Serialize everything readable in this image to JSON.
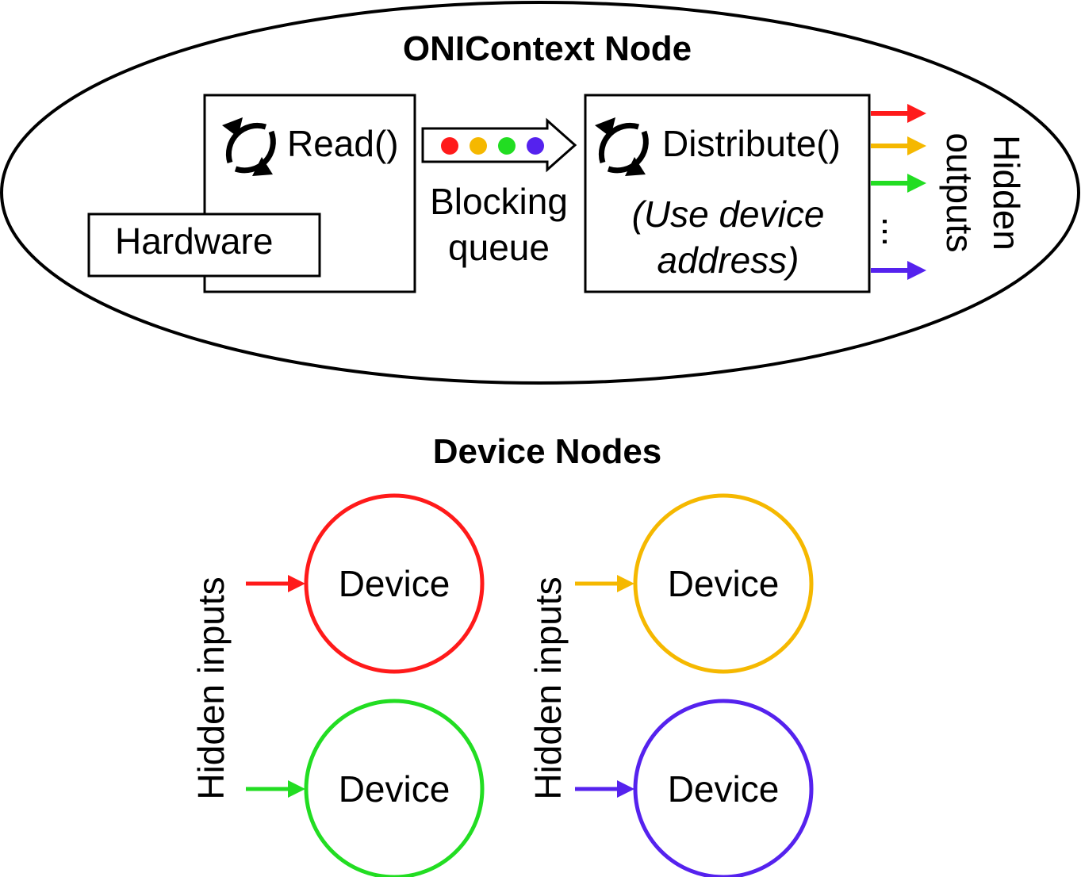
{
  "context_node": {
    "title": "ONIContext Node",
    "read_label": "Read()",
    "hardware_label": "Hardware",
    "queue_label_line1": "Blocking",
    "queue_label_line2": "queue",
    "distribute_label": "Distribute()",
    "note_line1": "(Use device",
    "note_line2": "address)",
    "outputs_label_line1": "Hidden",
    "outputs_label_line2": "outputs",
    "ellipsis": "...",
    "queue_dot_colors": [
      "#ff1a1a",
      "#f5b800",
      "#22dd22",
      "#5522ee"
    ],
    "output_arrow_colors": [
      "#ff1a1a",
      "#f5b800",
      "#22dd22",
      "#5522ee"
    ]
  },
  "device_section": {
    "title": "Device Nodes",
    "inputs_label": "Hidden inputs",
    "devices": [
      {
        "label": "Device",
        "color": "#ff1a1a"
      },
      {
        "label": "Device",
        "color": "#f5b800"
      },
      {
        "label": "Device",
        "color": "#22dd22"
      },
      {
        "label": "Device",
        "color": "#5522ee"
      }
    ]
  }
}
